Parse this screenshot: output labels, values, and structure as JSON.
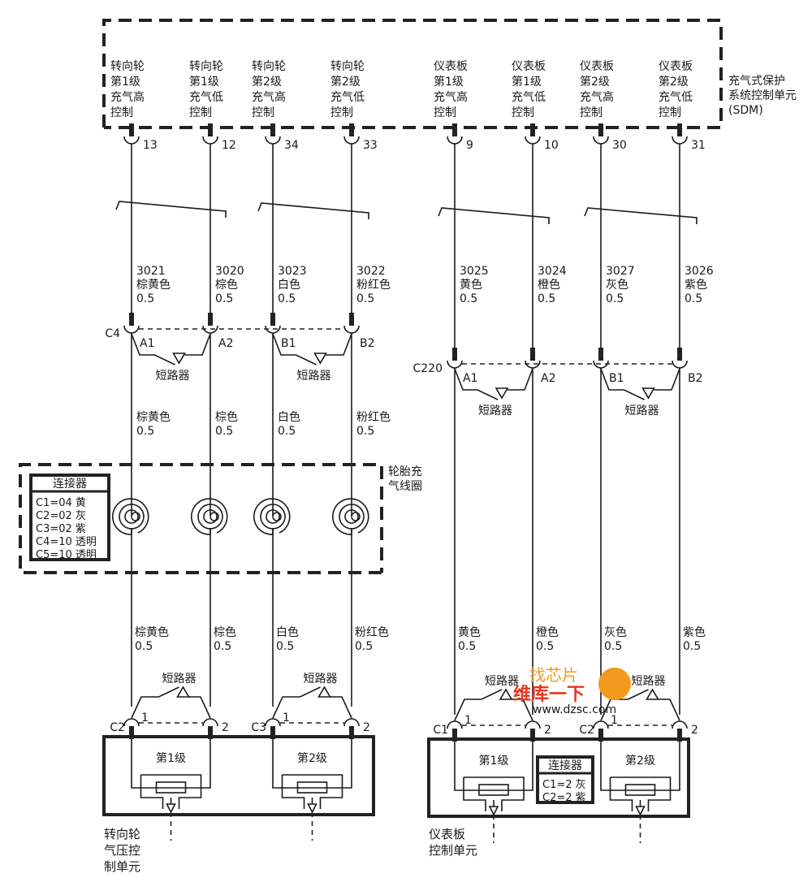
{
  "sdm": {
    "label": [
      "充气式保护",
      "系统控制单元",
      "(SDM)"
    ],
    "circuits": [
      {
        "lines": [
          "转向轮",
          "第1级",
          "充气高",
          "控制"
        ],
        "pin": "13",
        "wire": "3021",
        "color": "棕黄色",
        "gauge": "0.5"
      },
      {
        "lines": [
          "转向轮",
          "第1级",
          "充气低",
          "控制"
        ],
        "pin": "12",
        "wire": "3020",
        "color": "棕色",
        "gauge": "0.5"
      },
      {
        "lines": [
          "转向轮",
          "第2级",
          "充气高",
          "控制"
        ],
        "pin": "34",
        "wire": "3023",
        "color": "白色",
        "gauge": "0.5"
      },
      {
        "lines": [
          "转向轮",
          "第2级",
          "充气低",
          "控制"
        ],
        "pin": "33",
        "wire": "3022",
        "color": "粉红色",
        "gauge": "0.5"
      },
      {
        "lines": [
          "仪表板",
          "第1级",
          "充气高",
          "控制"
        ],
        "pin": "9",
        "wire": "3025",
        "color": "黄色",
        "gauge": "0.5"
      },
      {
        "lines": [
          "仪表板",
          "第1级",
          "充气低",
          "控制"
        ],
        "pin": "10",
        "wire": "3024",
        "color": "橙色",
        "gauge": "0.5"
      },
      {
        "lines": [
          "仪表板",
          "第2级",
          "充气高",
          "控制"
        ],
        "pin": "30",
        "wire": "3027",
        "color": "灰色",
        "gauge": "0.5"
      },
      {
        "lines": [
          "仪表板",
          "第2级",
          "充气低",
          "控制"
        ],
        "pin": "31",
        "wire": "3026",
        "color": "紫色",
        "gauge": "0.5"
      }
    ]
  },
  "mid_connectors": [
    {
      "id": "C4",
      "pins": [
        "A1",
        "A2",
        "B1",
        "B2"
      ],
      "shorting_label": "短路器"
    },
    {
      "id": "C220",
      "pins": [
        "A1",
        "A2",
        "B1",
        "B2"
      ],
      "shorting_label": "短路器"
    }
  ],
  "coil": {
    "label": [
      "轮胎充",
      "气线圈"
    ],
    "table": {
      "title": "连接器",
      "rows": [
        "C1=04 黄",
        "C2=02 灰",
        "C3=02 紫",
        "C4=10 透明",
        "C5=10 透明"
      ]
    }
  },
  "steering_module": {
    "connectors": [
      "C2",
      "C3"
    ],
    "pins": [
      "1",
      "2"
    ],
    "shorting_label": "短路器",
    "stages": [
      "第1级",
      "第2级"
    ],
    "label": [
      "转向轮",
      "气压控",
      "制单元"
    ]
  },
  "dash_module": {
    "connectors": [
      "C1",
      "C2"
    ],
    "pins": [
      "1",
      "2"
    ],
    "shorting_label": "短路器",
    "stages": [
      "第1级",
      "第2级"
    ],
    "table": {
      "title": "连接器",
      "rows": [
        "C1=2 灰",
        "C2=2 紫"
      ]
    },
    "label": [
      "仪表板",
      "控制单元"
    ]
  },
  "watermark": {
    "line1": "找芯片",
    "line2": "维库一下",
    "url": "www.dzsc.com",
    "colors": {
      "red": "#e8351e",
      "orange": "#f29a1d"
    }
  }
}
